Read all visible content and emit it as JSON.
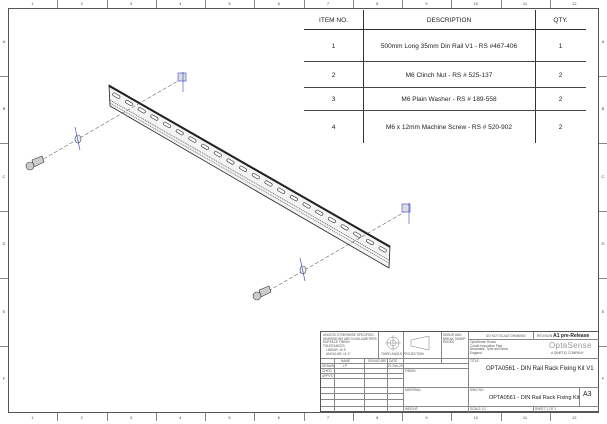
{
  "grid": {
    "columns": [
      "1",
      "2",
      "3",
      "4",
      "5",
      "6",
      "7",
      "8",
      "9",
      "10",
      "11",
      "12"
    ],
    "rows": [
      "A",
      "B",
      "C",
      "D",
      "E",
      "F"
    ]
  },
  "parts_table": {
    "headers": {
      "item": "ITEM NO.",
      "description": "DESCRIPTION",
      "qty": "QTY."
    },
    "rows": [
      {
        "item": "1",
        "description": "500mm Long 35mm Din Rail V1 - RS #467-406",
        "qty": "1"
      },
      {
        "item": "2",
        "description": "M6 Clinch Nut - RS # 525-137",
        "qty": "2"
      },
      {
        "item": "3",
        "description": "M6 Plain Washer - RS # 189-558",
        "qty": "2"
      },
      {
        "item": "4",
        "description": "M6 x 12mm Machine Screw - RS # 520-902",
        "qty": "2"
      }
    ]
  },
  "title_block": {
    "notes": [
      "UNLESS OTHERWISE SPECIFIED:",
      "DIMENSIONS ARE IN MILLIMETERS",
      "SURFACE FINISH:",
      "TOLERANCES:",
      "LINEAR: ±0.5",
      "ANGULAR: ±1.0°"
    ],
    "projection": "THIRD ANGLE PROJECTION",
    "deburr": [
      "DEBUR AND",
      "BREAK SHARP",
      "EDGES"
    ],
    "do_not_scale": "DO NOT SCALE DRAWING",
    "revision_label": "REVISION",
    "revision": "A1 pre-Release",
    "company_address": [
      "OptaSense House",
      "Cobalt Innovation Park",
      "Newcastle, Tyne and Wear",
      "England"
    ],
    "logo_text": "OptaSense",
    "logo_sub": "A QINETIQ COMPANY",
    "col_name": "NAME",
    "col_signature": "SIGNATURE",
    "col_date": "DATE",
    "drawn_label": "DRAWN",
    "drawn_name": "LP",
    "drawn_date": "21-Feb-20",
    "chkd_label": "CHK'D",
    "appvd_label": "APPV'D",
    "finish_label": "FINISH:",
    "material_label": "MATERIAL:",
    "weight_label": "WEIGHT:",
    "title_label": "TITLE:",
    "title": "OPTA0561 - DIN Rail Rack Fixing Kit V1",
    "dwg_label": "DWG NO.",
    "dwg_no": "OPTA0561 - DIN Rail Rack Fixing Kit",
    "size": "A3",
    "scale_label": "SCALE:1:2",
    "sheet_label": "SHEET 1 OF 1"
  },
  "colors": {
    "line": "#222222",
    "construction": "#3344cc"
  }
}
